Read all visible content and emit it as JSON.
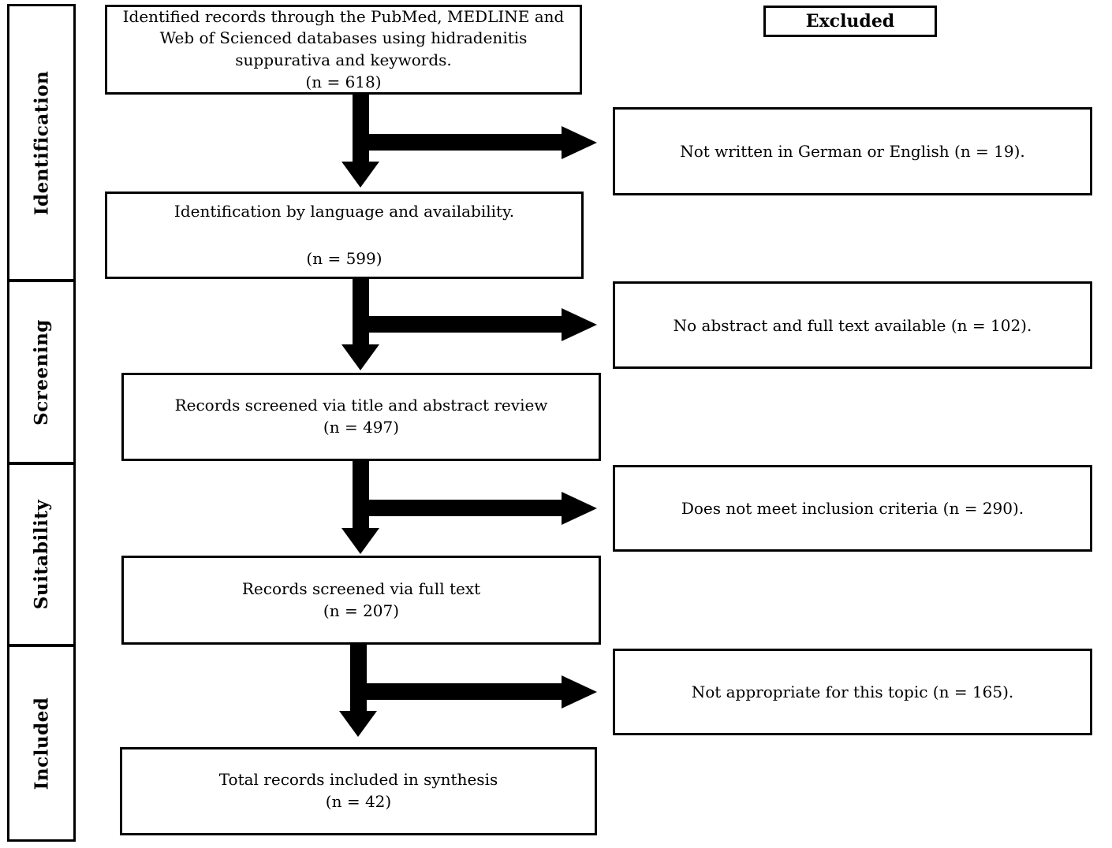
{
  "diagram": {
    "type": "flowchart",
    "foreground_color": "#000000",
    "background_color": "#ffffff"
  },
  "stage_labels": [
    "Identification",
    "Screening",
    "Suitability",
    "Included"
  ],
  "excluded_header": "Excluded",
  "flow_boxes": [
    {
      "text": "Identified records through the PubMed, MEDLINE and Web of Scienced databases using hidradenitis suppurativa and keywords.",
      "count": "(n = 618)"
    },
    {
      "text": "Identification by language and availability.",
      "count": "(n = 599)"
    },
    {
      "text": "Records screened via title and abstract review",
      "count": "(n = 497)"
    },
    {
      "text": "Records screened via full text",
      "count": "(n = 207)"
    },
    {
      "text": "Total records included in synthesis",
      "count": "(n = 42)"
    }
  ],
  "exclusion_boxes": [
    {
      "text": "Not written in German or English (n = 19)."
    },
    {
      "text": "No abstract and full text available (n = 102)."
    },
    {
      "text": "Does not meet inclusion criteria (n = 290)."
    },
    {
      "text": "Not appropriate for this topic (n = 165)."
    }
  ]
}
